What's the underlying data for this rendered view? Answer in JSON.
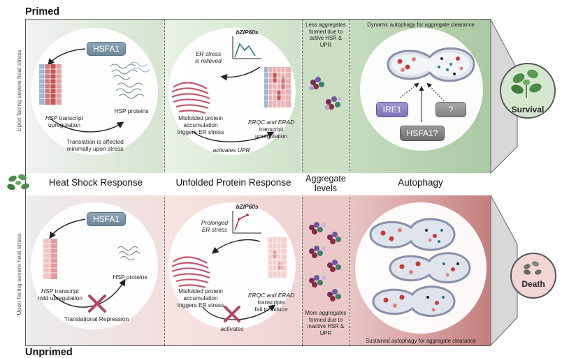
{
  "titles": {
    "primed": "Primed",
    "unprimed": "Unprimed"
  },
  "side_label": "Upon facing severe heat stress",
  "band": {
    "hsr": "Heat Shock Response",
    "upr": "Unfolded Protein Response",
    "aggregate": "Aggregate\nlevels",
    "autophagy": "Autophagy"
  },
  "primed": {
    "hsr": {
      "regulator": "HSFA1",
      "transcript_label_italic": "HSP",
      "transcript_label": " transcript\nupregulation",
      "proteins_label": "HSP proteins",
      "translation_note": "Translation is affected\nminimally upon stress"
    },
    "upr": {
      "gene": "bZIP60s",
      "er_stress": "ER stress\nis relieved",
      "misfolded": "Misfolded protein\naccumulation\ntriggers ER stress",
      "erqc_italic": "ERQC and ERAD",
      "erqc": "transcript\nupregulation",
      "activates": "activates UPR"
    },
    "aggregate_note": "Less aggregates\nformed due to\nactive HSR &\nUPR",
    "autophagy": {
      "heading": "Dynamic autophagy for aggregate clearance",
      "ire1": "IRE1",
      "unknown": "?",
      "hsfa1": "HSFA1?"
    },
    "outcome": "Survival"
  },
  "unprimed": {
    "hsr": {
      "regulator": "HSFA1",
      "transcript_label_italic": "HSP",
      "transcript_label": " transcript\nmild upregulation",
      "proteins_label": "HSP proteins",
      "translation_note": "Translational Repression"
    },
    "upr": {
      "gene": "bZIP60s",
      "er_stress": "Prolonged\nER stress",
      "misfolded": "Misfolded protein\naccumulation\ntriggers ER stress",
      "erqc_italic": "ERQC and ERAD",
      "erqc": "transcripts\nfail to induce",
      "activates": "activates"
    },
    "aggregate_note": "More aggregates\nformed due to\ninactive HSR &\nUPR",
    "autophagy": {
      "heading": "Sustained autophagy for aggregate clearance"
    },
    "outcome": "Death"
  },
  "colors": {
    "primed_green": "#c5dcbf",
    "unprimed_red": "#e8b8b8",
    "hsfa1_gray": "#7a92a3",
    "cross_red": "#b5456b"
  }
}
